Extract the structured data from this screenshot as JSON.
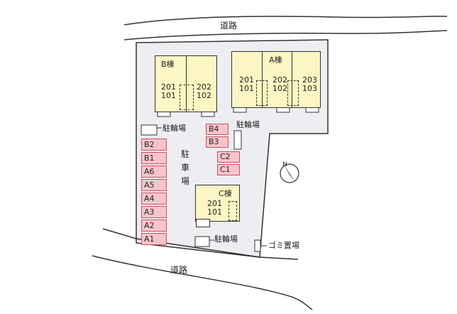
{
  "roads": {
    "top": "道路",
    "bottom": "道路"
  },
  "buildings": {
    "B": {
      "name": "B棟",
      "units_left": [
        "201",
        "101"
      ],
      "units_right": [
        "202",
        "102"
      ]
    },
    "A": {
      "name": "A棟",
      "units_col1": [
        "201",
        "101"
      ],
      "units_col2": [
        "202",
        "102"
      ],
      "units_col3": [
        "203",
        "103"
      ]
    },
    "C": {
      "name": "C棟",
      "units": [
        "201",
        "101"
      ]
    }
  },
  "facilities": {
    "bike_top_left": "駐輪場",
    "bike_top_right": "駐輪場",
    "bike_bottom": "駐輪場",
    "garbage": "ゴミ置場",
    "parking_chars": [
      "駐",
      "車",
      "場"
    ]
  },
  "parking_left": [
    "B2",
    "B1",
    "A6",
    "A5",
    "A4",
    "A3",
    "A2",
    "A1"
  ],
  "parking_middle": [
    "B4",
    "B3"
  ],
  "parking_small": [
    "C2",
    "C1"
  ],
  "compass": {
    "north_label": "N"
  },
  "colors": {
    "lot": "#eeedf2",
    "building": "#fbf6c4",
    "parking": "#f7c5c9",
    "parking_border": "#c8555f"
  }
}
